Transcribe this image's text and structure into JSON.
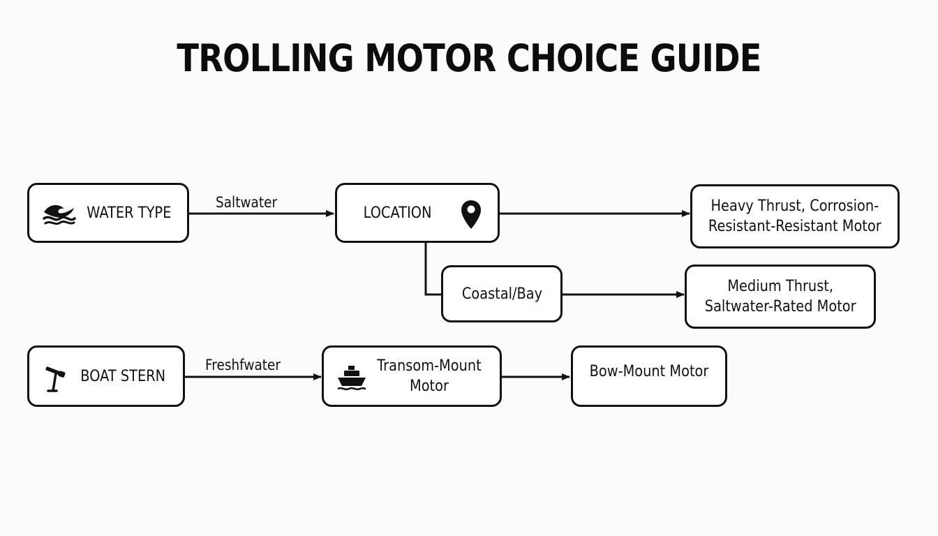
{
  "title": "TROLLING MOTOR CHOICE GUIDE",
  "nodes": {
    "water_type": {
      "label": "WATER TYPE",
      "icon": "waves-icon"
    },
    "location": {
      "label": "LOCATION",
      "icon": "map-pin-icon"
    },
    "heavy_thrust": {
      "line1": "Heavy Thrust, Corrosion-",
      "line2": "Resistant-Resistant Motor"
    },
    "coastal_bay": {
      "label": "Coastal/Bay"
    },
    "medium_thrust": {
      "line1": "Medium Thrust,",
      "line2": "Saltwater-Rated Motor"
    },
    "boat_stern": {
      "label": "BOAT STERN",
      "icon": "trolling-motor-icon"
    },
    "transom_mount": {
      "line1": "Transom-Mount",
      "line2": "Motor",
      "icon": "boat-icon"
    },
    "bow_mount": {
      "label": "Bow-Mount Motor"
    }
  },
  "edges": {
    "saltwater": "Saltwater",
    "freshwater": "Freshfwater"
  },
  "colors": {
    "background": "#fbfbfb",
    "stroke": "#111111",
    "box_fill": "#ffffff"
  }
}
